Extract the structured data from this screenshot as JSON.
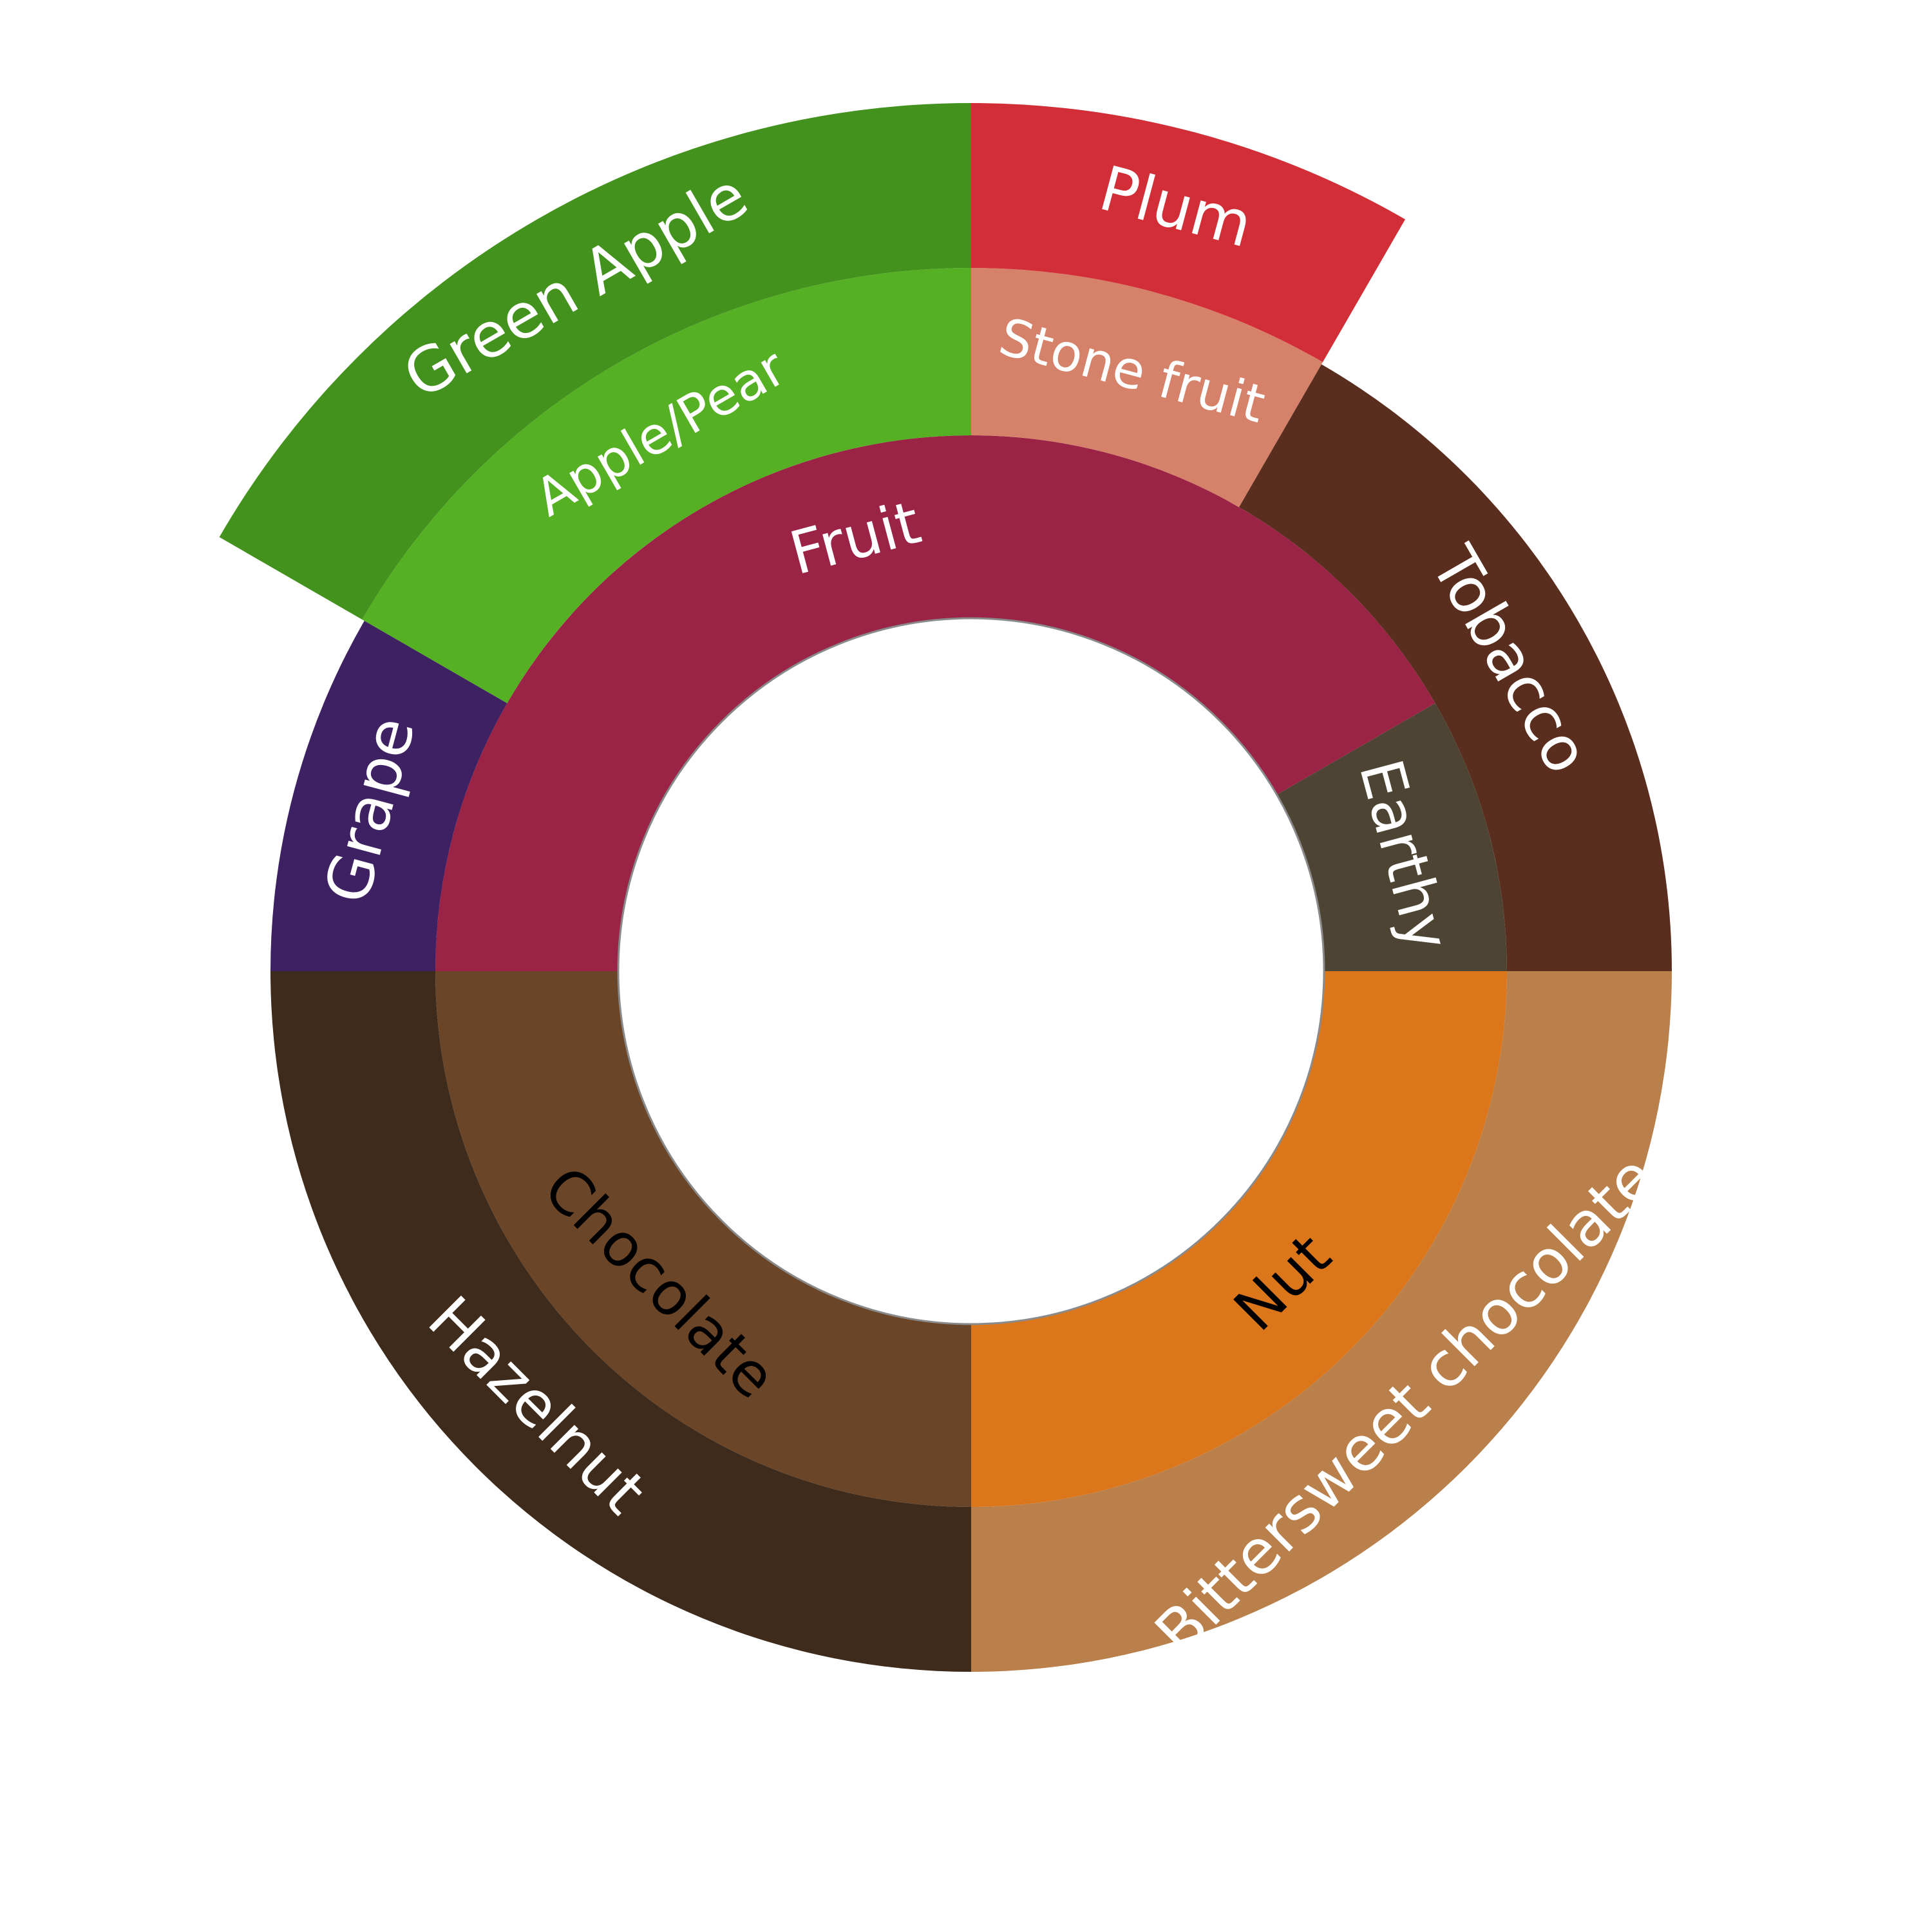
{
  "chart_data": {
    "type": "sunburst",
    "segments": [
      {
        "level": "inner",
        "label": "Fruit",
        "start_deg": -90,
        "end_deg": 60,
        "color": "#9b2346",
        "text_color": "#ffffff"
      },
      {
        "level": "inner",
        "label": "Earthy",
        "start_deg": 60,
        "end_deg": 90,
        "color": "#4e4434",
        "text_color": "#ffffff"
      },
      {
        "level": "inner",
        "label": "Nut",
        "start_deg": 90,
        "end_deg": 180,
        "color": "#dc761b",
        "text_color": "#000000"
      },
      {
        "level": "inner",
        "label": "Chocolate",
        "start_deg": 180,
        "end_deg": 270,
        "color": "#6a4527",
        "text_color": "#000000"
      },
      {
        "level": "middle",
        "label": "Apple/Pear",
        "start_deg": -60,
        "end_deg": 0,
        "color": "#56b023",
        "text_color": "#ffffff"
      },
      {
        "level": "middle",
        "label": "Stone fruit",
        "start_deg": 0,
        "end_deg": 30,
        "color": "#d6826a",
        "text_color": "#ffffff"
      },
      {
        "level": "outer",
        "label": "Green Apple",
        "start_deg": -60,
        "end_deg": 0,
        "color": "#43921d",
        "text_color": "#ffffff"
      },
      {
        "level": "outer",
        "label": "Plum",
        "start_deg": 0,
        "end_deg": 30,
        "color": "#d22e37",
        "text_color": "#ffffff"
      },
      {
        "level": "span",
        "label": "Grape",
        "start_deg": -90,
        "end_deg": -60,
        "color": "#3e2162",
        "text_color": "#ffffff"
      },
      {
        "level": "span",
        "label": "Tobacco",
        "start_deg": 30,
        "end_deg": 90,
        "color": "#5a2e1f",
        "text_color": "#ffffff"
      },
      {
        "level": "span",
        "label": "Bittersweet chocolate",
        "start_deg": 90,
        "end_deg": 180,
        "color": "#ba804b",
        "text_color": "#ffffff"
      },
      {
        "level": "span",
        "label": "Hazelnut",
        "start_deg": 180,
        "end_deg": 270,
        "color": "#3e2b1b",
        "text_color": "#ffffff"
      }
    ]
  }
}
